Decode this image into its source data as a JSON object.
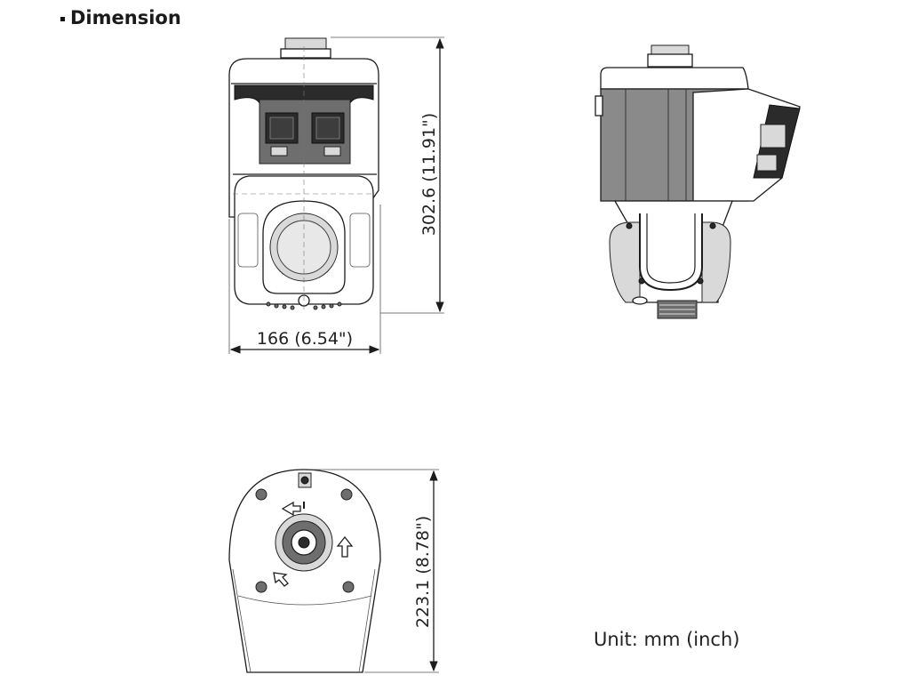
{
  "heading": "Dimension",
  "dimensions": {
    "width": "166 (6.54\")",
    "height": "302.6 (11.91\")",
    "diameter": "223.1 (8.78\")"
  },
  "unit_note": "Unit: mm (inch)"
}
